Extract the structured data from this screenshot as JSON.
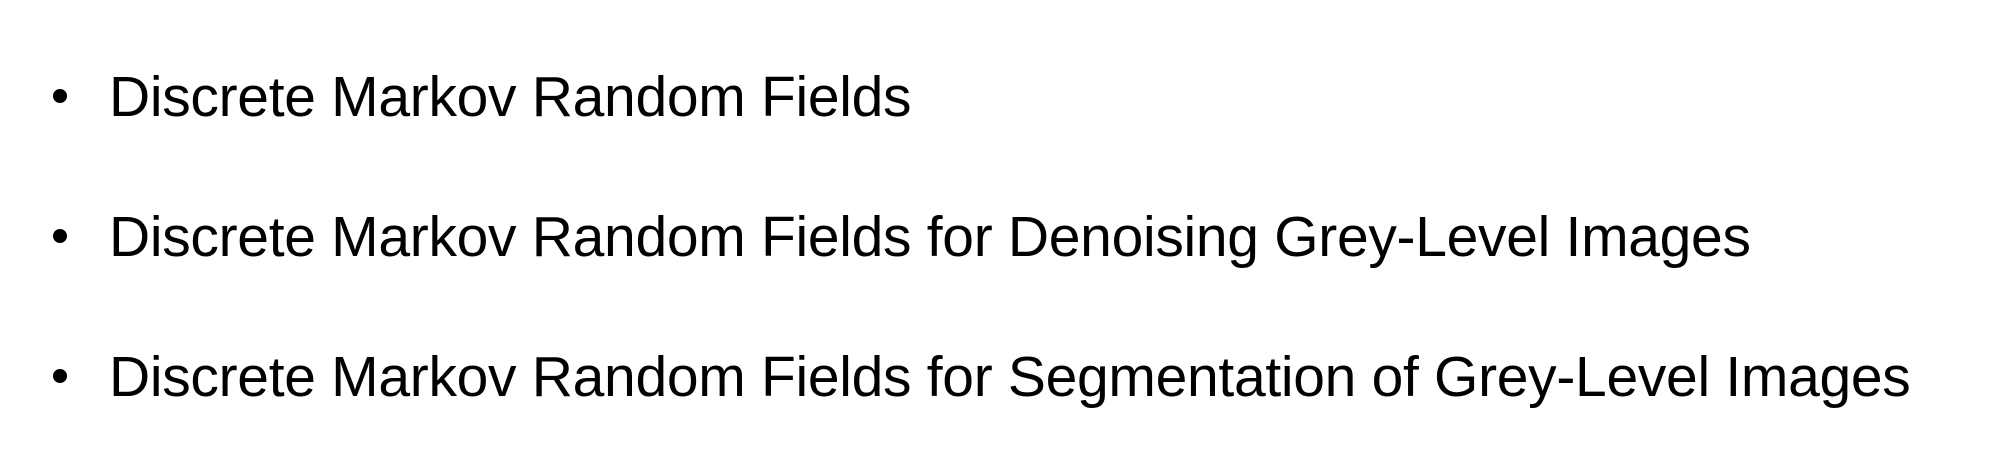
{
  "list": {
    "items": [
      {
        "label": "Discrete Markov Random Fields"
      },
      {
        "label": "Discrete Markov Random Fields for Denoising Grey-Level Images"
      },
      {
        "label": "Discrete Markov Random Fields for Segmentation of Grey-Level Images"
      }
    ]
  }
}
